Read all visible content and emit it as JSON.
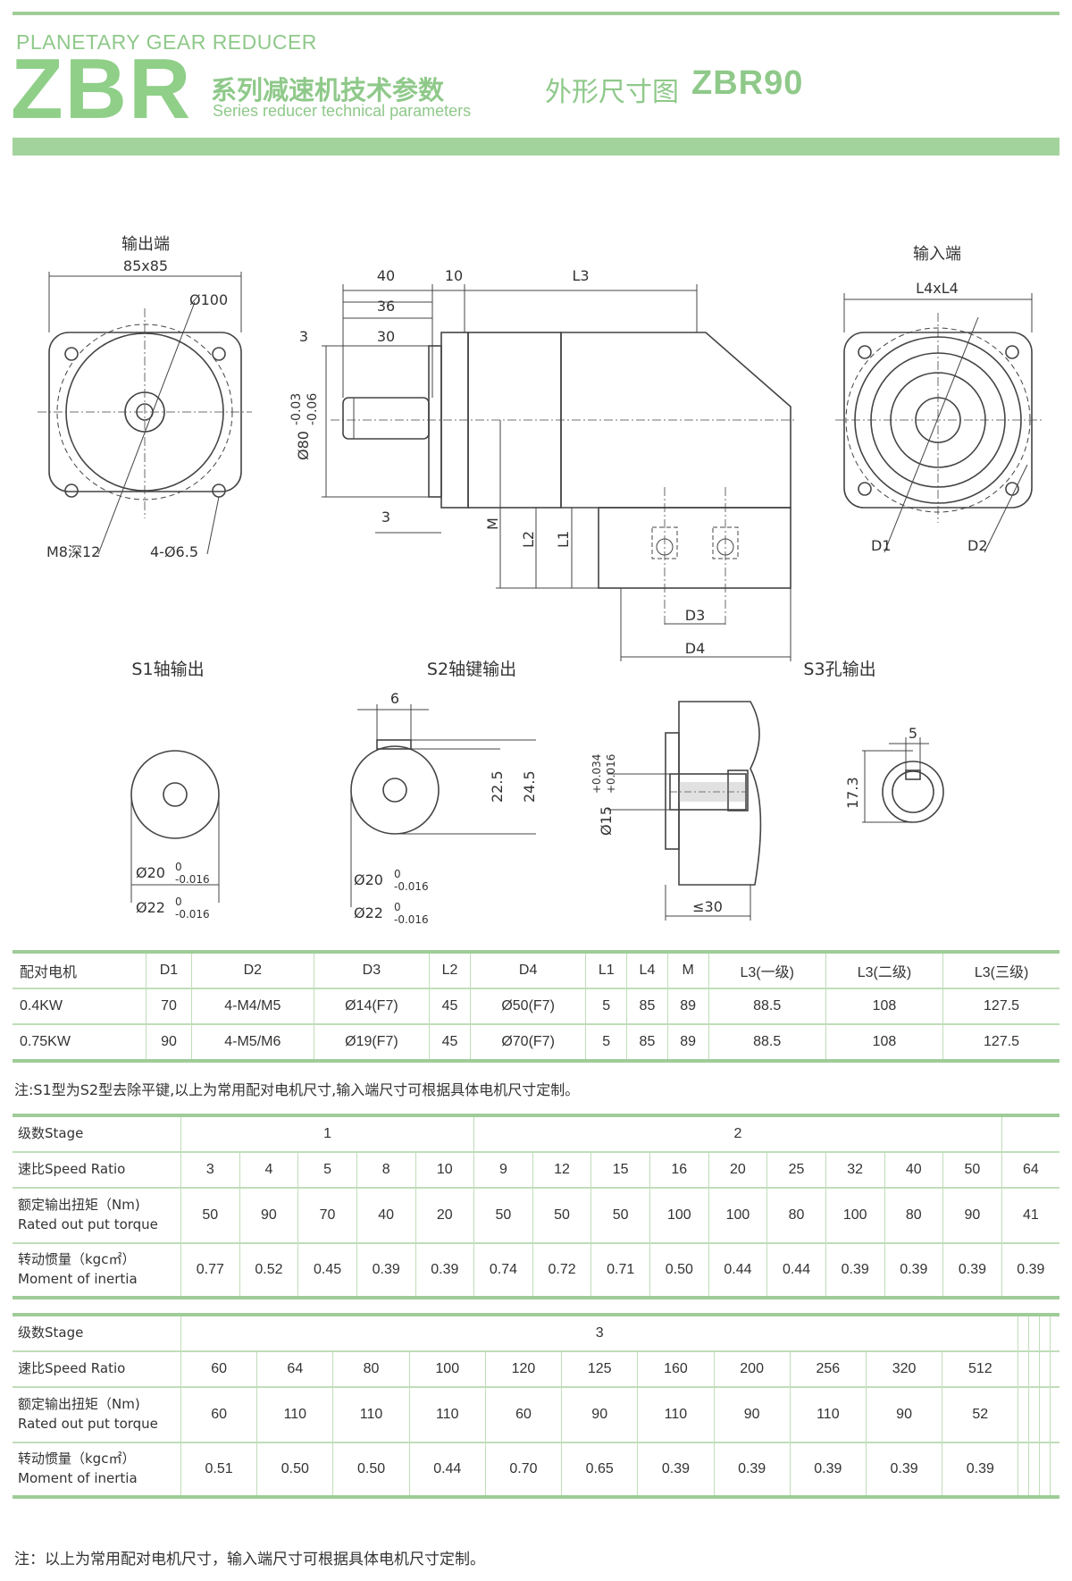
{
  "header": {
    "brand_small": "PLANETARY GEAR REDUCER",
    "brand_big": "ZBR",
    "series_cn": "系列减速机技术参数",
    "series_en": "Series reducer technical parameters",
    "drawing_label": "外形尺寸图",
    "model": "ZBR90"
  },
  "drawing": {
    "output_end_title": "输出端",
    "output_size": "85x85",
    "dia_100": "Ø100",
    "m8": "M8深12",
    "holes": "4-Ø6.5",
    "dim_40": "40",
    "dim_10": "10",
    "dim_L3": "L3",
    "dim_36": "36",
    "dim_30": "30",
    "dim_3a": "3",
    "dim_3b": "3",
    "dia_80": "Ø80",
    "tol_80_a": "-0.03",
    "tol_80_b": "-0.06",
    "dim_M": "M",
    "dim_L2": "L2",
    "dim_L1": "L1",
    "dim_D3": "D3",
    "dim_D4": "D4",
    "input_end_title": "输入端",
    "input_size": "L4xL4",
    "dim_D1": "D1",
    "dim_D2": "D2",
    "s1_title": "S1轴输出",
    "s2_title": "S2轴键输出",
    "s3_title": "S3孔输出",
    "s1_d20": "Ø20",
    "s1_d22": "Ø22",
    "tol_0": "0",
    "tol_016": "-0.016",
    "s2_key": "6",
    "s2_225": "22.5",
    "s2_245": "24.5",
    "s2_d20": "Ø20",
    "s2_d22": "Ø22",
    "s3_d15": "Ø15",
    "s3_tol_a": "+0.034",
    "s3_tol_b": "+0.016",
    "s3_le30": "≤30",
    "s3_key": "5",
    "s3_173": "17.3"
  },
  "motor_table": {
    "headers": [
      "配对电机",
      "D1",
      "D2",
      "D3",
      "L2",
      "D4",
      "L1",
      "L4",
      "M",
      "L3(一级)",
      "L3(二级)",
      "L3(三级)"
    ],
    "rows": [
      [
        "0.4KW",
        "70",
        "4-M4/M5",
        "Ø14(F7)",
        "45",
        "Ø50(F7)",
        "5",
        "85",
        "89",
        "88.5",
        "108",
        "127.5"
      ],
      [
        "0.75KW",
        "90",
        "4-M5/M6",
        "Ø19(F7)",
        "45",
        "Ø70(F7)",
        "5",
        "85",
        "89",
        "88.5",
        "108",
        "127.5"
      ]
    ]
  },
  "note1": "注:S1型为S2型去除平键,以上为常用配对电机尺寸,输入端尺寸可根据具体电机尺寸定制。",
  "stage_table_1": {
    "label_stage": "级数Stage",
    "label_ratio": "速比Speed Ratio",
    "label_torque_cn": "额定输出扭矩（Nm)",
    "label_torque_en": "Rated out put torque",
    "label_inertia_cn": "转动惯量（kgc㎡）",
    "label_inertia_en": "Moment of inertia",
    "stage_1": "1",
    "stage_2": "2",
    "ratios": [
      "3",
      "4",
      "5",
      "8",
      "10",
      "9",
      "12",
      "15",
      "16",
      "20",
      "25",
      "32",
      "40",
      "50",
      "64"
    ],
    "torques": [
      "50",
      "90",
      "70",
      "40",
      "20",
      "50",
      "50",
      "50",
      "100",
      "100",
      "80",
      "100",
      "80",
      "90",
      "41"
    ],
    "inertias": [
      "0.77",
      "0.52",
      "0.45",
      "0.39",
      "0.39",
      "0.74",
      "0.72",
      "0.71",
      "0.50",
      "0.44",
      "0.44",
      "0.39",
      "0.39",
      "0.39",
      "0.39"
    ]
  },
  "stage_table_2": {
    "label_stage": "级数Stage",
    "label_ratio": "速比Speed Ratio",
    "label_torque_cn": "额定输出扭矩（Nm)",
    "label_torque_en": "Rated out put torque",
    "label_inertia_cn": "转动惯量（kgc㎡）",
    "label_inertia_en": "Moment of inertia",
    "stage_3": "3",
    "ratios": [
      "60",
      "64",
      "80",
      "100",
      "120",
      "125",
      "160",
      "200",
      "256",
      "320",
      "512"
    ],
    "torques": [
      "60",
      "110",
      "110",
      "110",
      "60",
      "90",
      "110",
      "90",
      "110",
      "90",
      "52"
    ],
    "inertias": [
      "0.51",
      "0.50",
      "0.50",
      "0.44",
      "0.70",
      "0.65",
      "0.39",
      "0.39",
      "0.39",
      "0.39",
      "0.39"
    ]
  },
  "note2": "注：以上为常用配对电机尺寸，输入端尺寸可根据具体电机尺寸定制。"
}
